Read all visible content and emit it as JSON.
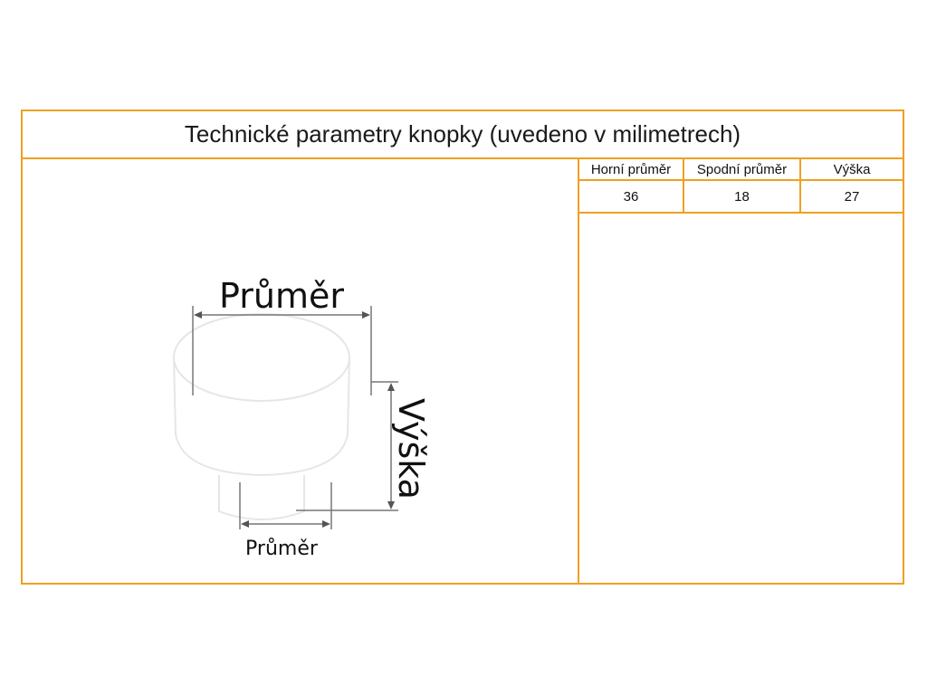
{
  "title": "Technické parametry knopky (uvedeno v milimetrech)",
  "diagram": {
    "top_label": "Průměr",
    "height_label": "Výška",
    "bottom_label": "Průměr"
  },
  "table": {
    "headers": [
      "Horní průměr",
      "Spodní průměr",
      "Výška"
    ],
    "values": [
      "36",
      "18",
      "27"
    ]
  },
  "colors": {
    "border": "#f0a020",
    "text": "#1a1a1a"
  }
}
